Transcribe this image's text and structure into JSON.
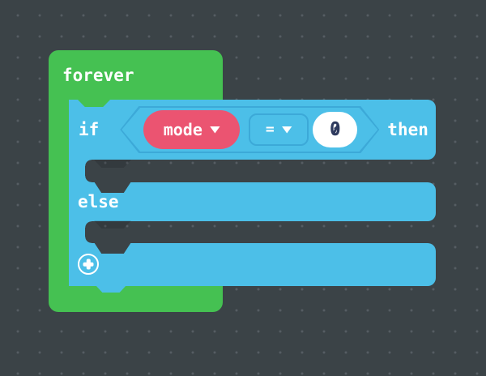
{
  "workspace": {
    "background_color": "#3b4347",
    "dot_color": "#565d63"
  },
  "forever_block": {
    "label": "forever",
    "color": "#45C152"
  },
  "if_block": {
    "color": "#4CBFE8",
    "if_label": "if",
    "then_label": "then",
    "else_label": "else",
    "condition": {
      "variable": {
        "label": "mode",
        "color": "#EB5471",
        "icon": "chevron-down-icon"
      },
      "operator": {
        "label": "=",
        "icon": "chevron-down-icon"
      },
      "value": {
        "text": "0"
      }
    },
    "add_button_icon": "plus-circle-icon"
  }
}
